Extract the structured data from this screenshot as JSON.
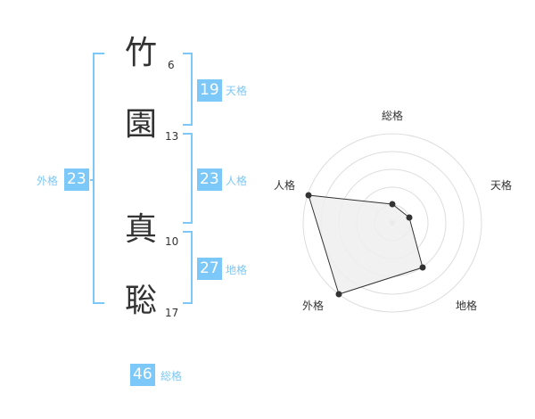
{
  "name": {
    "chars": [
      {
        "char": "竹",
        "strokes": "6"
      },
      {
        "char": "園",
        "strokes": "13"
      },
      {
        "char": "真",
        "strokes": "10"
      },
      {
        "char": "聡",
        "strokes": "17"
      }
    ]
  },
  "scores": {
    "tenkaku": {
      "value": "19",
      "label": "天格"
    },
    "jinkaku": {
      "value": "23",
      "label": "人格"
    },
    "chikaku": {
      "value": "27",
      "label": "地格"
    },
    "gaikaku": {
      "value": "23",
      "label": "外格"
    },
    "soukaku": {
      "value": "46",
      "label": "総格"
    }
  },
  "radar": {
    "labels": {
      "top": "総格",
      "right": "天格",
      "lower_right": "地格",
      "lower_left": "外格",
      "left": "人格"
    },
    "fill_color": "#eeeeee",
    "line_color": "#333333",
    "ring_color": "#dddddd"
  },
  "colors": {
    "accent": "#7cc8f8"
  }
}
